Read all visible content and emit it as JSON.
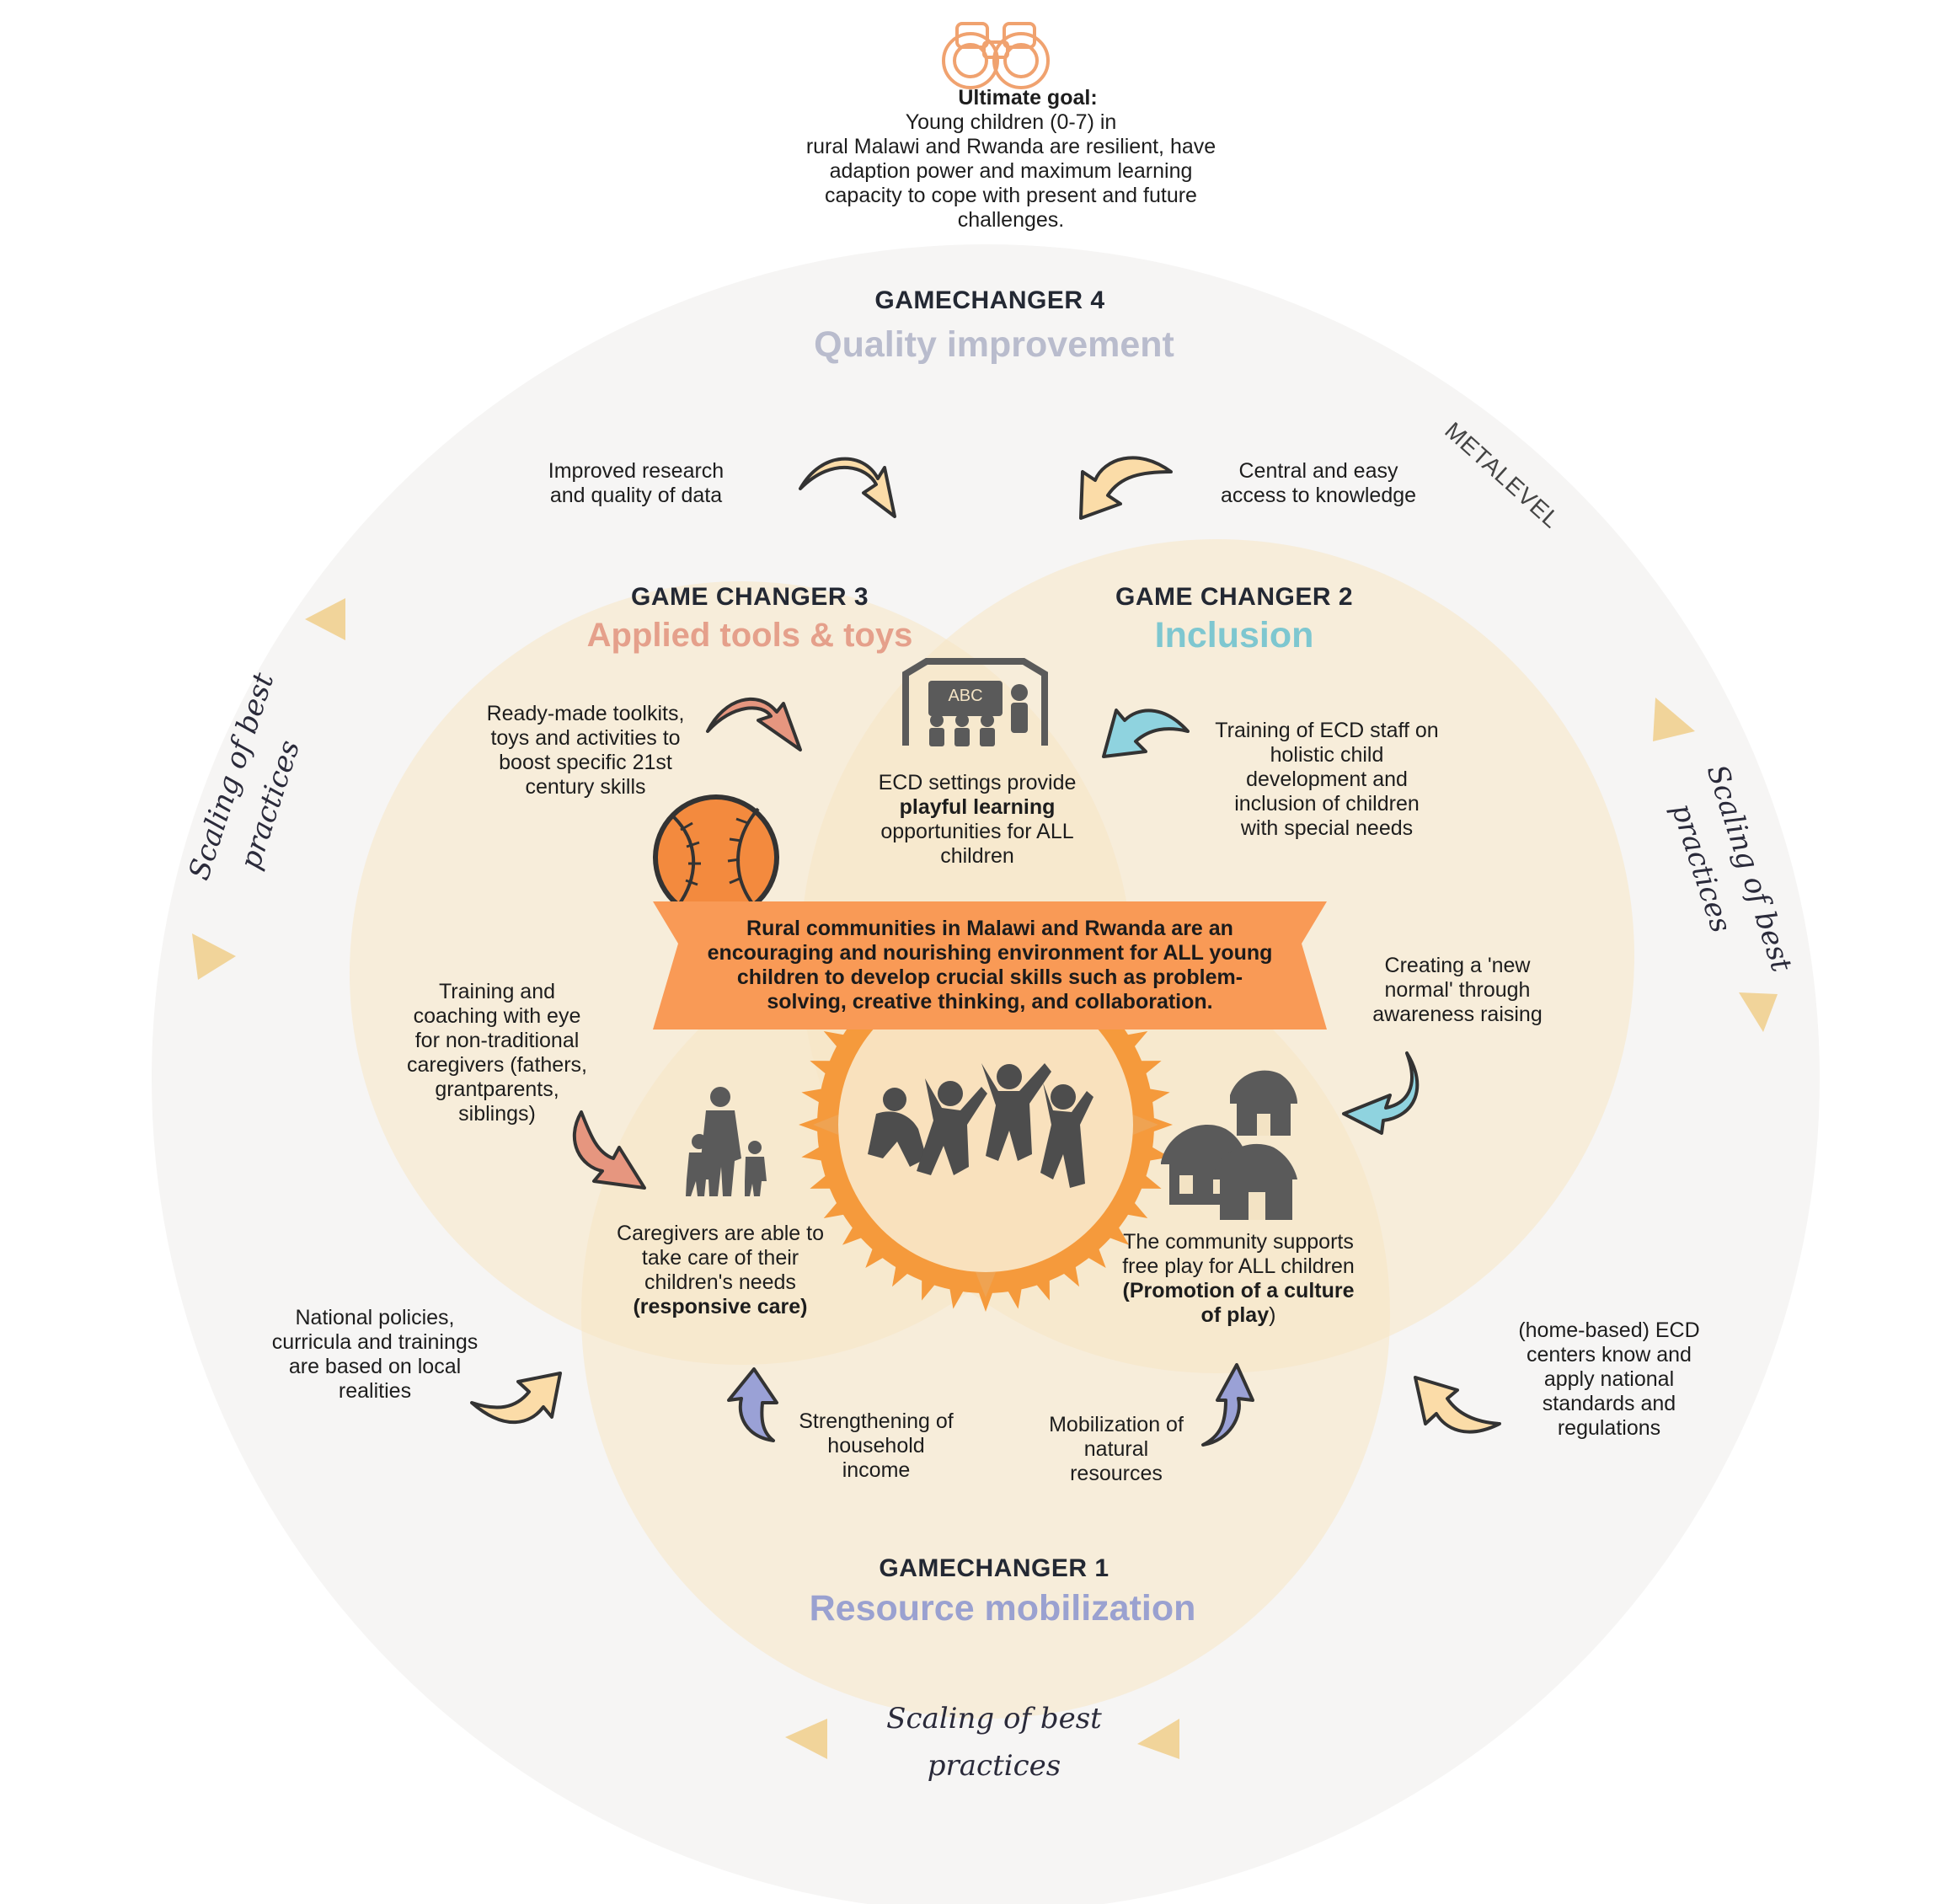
{
  "goal": {
    "title": "Ultimate goal:",
    "lines": [
      "Young children (0-7) in",
      "rural Malawi and Rwanda are resilient, have",
      "adaption power and maximum learning",
      "capacity to cope with present and future",
      "challenges."
    ]
  },
  "gc4": {
    "heading": "GAMECHANGER 4",
    "name": "Quality improvement",
    "color": "#b9bccd"
  },
  "gc3": {
    "heading": "GAME CHANGER 3",
    "name": "Applied tools & toys",
    "color": "#e5a08b"
  },
  "gc2": {
    "heading": "GAME CHANGER 2",
    "name": "Inclusion",
    "color": "#7ec7d0"
  },
  "gc1": {
    "heading": "GAMECHANGER 1",
    "name": "Resource mobilization",
    "color": "#9aa1d0"
  },
  "metalevel": "METALEVEL",
  "scaling": {
    "line1": "Scaling of best",
    "line2": "practices"
  },
  "labels": {
    "research": [
      "Improved research",
      "and quality of data"
    ],
    "knowledge": [
      "Central and easy",
      "access to knowledge"
    ],
    "toolkits": [
      "Ready-made toolkits,",
      "toys and activities to",
      "boost specific 21st",
      "century skills"
    ],
    "training_staff": [
      "Training of ECD staff on",
      "holistic child",
      "development and",
      "inclusion of children",
      "with special needs"
    ],
    "ecd_settings": {
      "pre": "ECD settings provide",
      "bold": "playful learning",
      "post1": "opportunities for ALL",
      "post2": "children"
    },
    "coaching": [
      "Training and",
      "coaching with eye",
      "for non-traditional",
      "caregivers (fathers,",
      "grantparents,",
      "siblings)"
    ],
    "new_normal": [
      "Creating a 'new",
      "normal' through",
      "awareness raising"
    ],
    "caregivers": {
      "l1": "Caregivers are able to",
      "l2": "take care of their",
      "l3": "children's needs",
      "bold": "(responsive care)"
    },
    "community": {
      "l1": "The community supports",
      "l2": "free play for ALL children",
      "bold1": "Promotion of a culture",
      "bold2": "of play"
    },
    "policies": [
      "National policies,",
      "curricula and trainings",
      "are based on local",
      "realities"
    ],
    "household": [
      "Strengthening of",
      "household",
      "income"
    ],
    "natural": [
      "Mobilization of",
      "natural",
      "resources"
    ],
    "home_based": [
      "(home-based) ECD",
      "centers know and",
      "apply national",
      "standards and",
      "regulations"
    ]
  },
  "banner": {
    "lines": [
      "Rural communities in Malawi and Rwanda are an",
      "encouraging and nourishing environment for ALL young",
      "children to develop crucial skills such as problem-",
      "solving, creative thinking, and collaboration."
    ],
    "color": "#f99a56"
  },
  "board_text": "ABC",
  "colors": {
    "outer_circle": "#f6f5f4",
    "venn": "#f8e6c4",
    "sun": "#f59a3c",
    "arrow_yellow": "#fbdca8",
    "arrow_salmon": "#e6967f",
    "arrow_teal": "#8fd3df",
    "arrow_blue": "#9aa1d6",
    "triangle": "#f1d49a",
    "icon_gray": "#5a5a5a"
  },
  "icons": [
    "binoculars-icon",
    "classroom-icon",
    "baseball-icon",
    "family-icon",
    "huts-icon",
    "jumping-children-icon"
  ]
}
